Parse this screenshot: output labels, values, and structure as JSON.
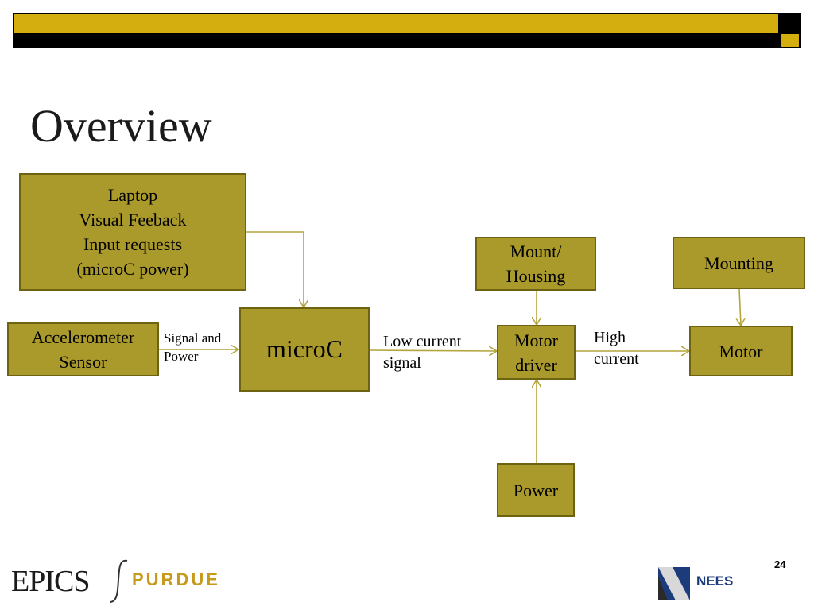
{
  "slide": {
    "title": "Overview",
    "page_number": "24"
  },
  "diagram": {
    "boxes": {
      "laptop": [
        "Laptop",
        "Visual Feeback",
        "Input requests",
        "(microC power)"
      ],
      "accelerometer": [
        "Accelerometer",
        "Sensor"
      ],
      "microc": [
        "microC"
      ],
      "mount_housing": [
        "Mount/",
        "Housing"
      ],
      "motor_driver": [
        "Motor",
        "driver"
      ],
      "mounting": [
        "Mounting"
      ],
      "motor": [
        "Motor"
      ],
      "power": [
        "Power"
      ]
    },
    "edge_labels": {
      "signal_power": [
        "Signal and",
        "Power"
      ],
      "low_current": [
        "Low current",
        "signal"
      ],
      "high_current": [
        "High",
        "current"
      ]
    },
    "colors": {
      "box_fill": "#aa9a2b",
      "box_border": "#6d6310",
      "arrow": "#b4a43c",
      "banner_gold": "#d4ae0e"
    }
  },
  "footer": {
    "epics_logo": "EPICS",
    "purdue_logo": "PURDUE",
    "nees_logo": "NEES"
  }
}
